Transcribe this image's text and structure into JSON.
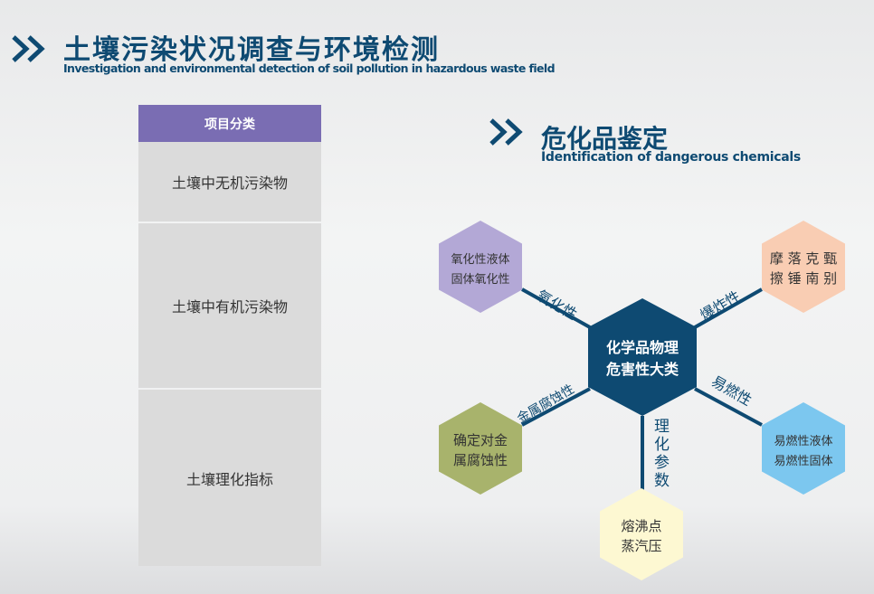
{
  "header": {
    "title": "土壤污染状况调查与环境检测",
    "subtitle": "Investigation and environmental detection of soil pollution in hazardous waste field",
    "icon": "double-chevron-right-icon"
  },
  "table": {
    "header": "项目分类",
    "rows": [
      "土壤中无机污染物",
      "土壤中有机污染物",
      "土壤理化指标"
    ]
  },
  "section": {
    "title": "危化品鉴定",
    "subtitle": "Identification of dangerous chemicals"
  },
  "diagram": {
    "center": [
      "化学品物理",
      "危害性大类"
    ],
    "nodes": [
      {
        "lines": [
          "氧化性液体",
          "固体氧化性"
        ],
        "edge": "氧化性",
        "color": "#b3a8d6"
      },
      {
        "lines": [
          "摩 落 克 甄",
          "擦 锤 南 别"
        ],
        "edge": "爆炸性",
        "color": "#f9cdb3"
      },
      {
        "lines": [
          "确定对金",
          "属腐蚀性"
        ],
        "edge": "金属腐蚀性",
        "color": "#a8b36c"
      },
      {
        "lines": [
          "易燃性液体",
          "易燃性固体"
        ],
        "edge": "易燃性",
        "color": "#7cc7ef"
      },
      {
        "lines": [
          "熔沸点",
          "蒸汽压"
        ],
        "edge": "理化参数",
        "color": "#fdf8d2"
      }
    ],
    "navy": "#0e4a72"
  }
}
